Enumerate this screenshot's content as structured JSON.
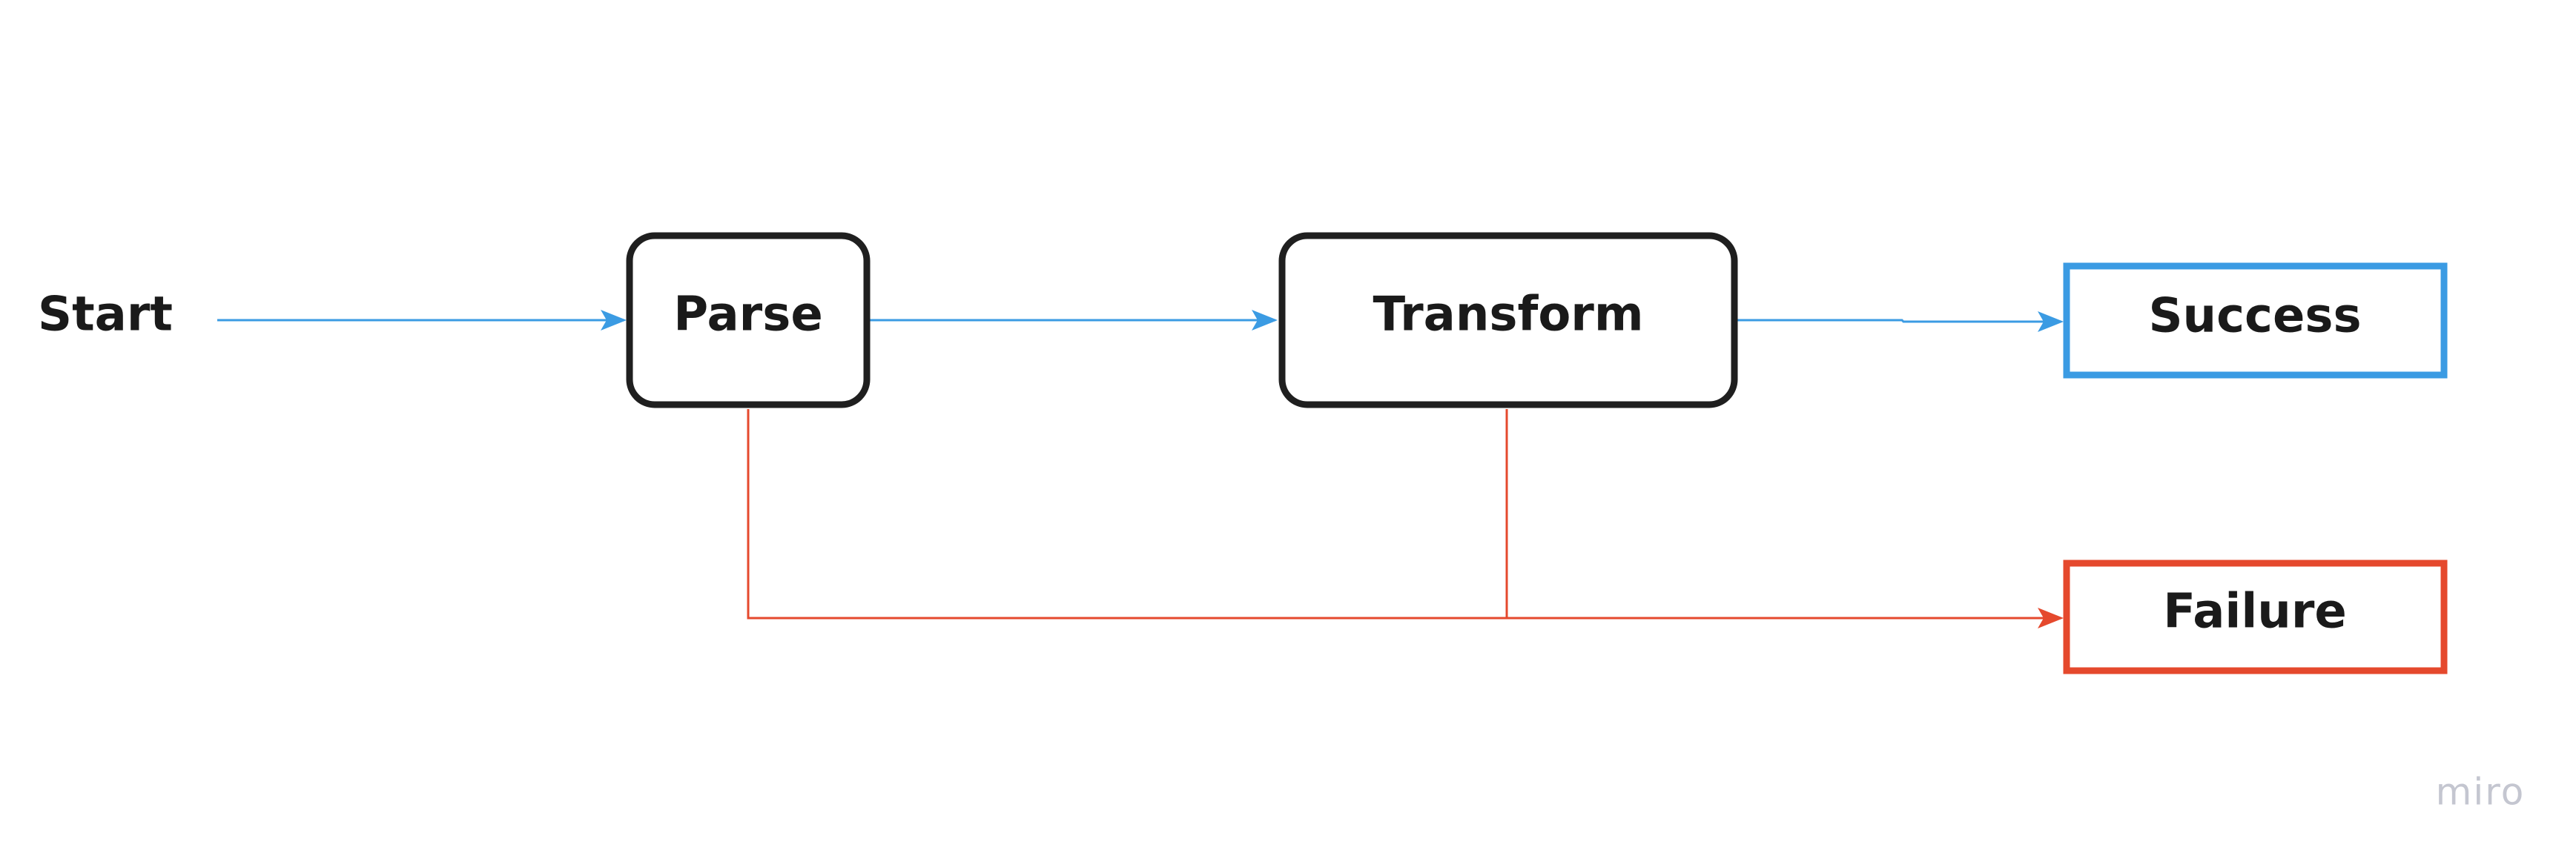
{
  "diagram": {
    "nodes": {
      "start": "Start",
      "parse": "Parse",
      "transform": "Transform",
      "success": "Success",
      "failure": "Failure"
    },
    "colors": {
      "success_path": "#3b9be3",
      "failure_path": "#e5492d",
      "node_border": "#1f1f1f",
      "text": "#1a1a1a"
    }
  },
  "watermark": "miro"
}
